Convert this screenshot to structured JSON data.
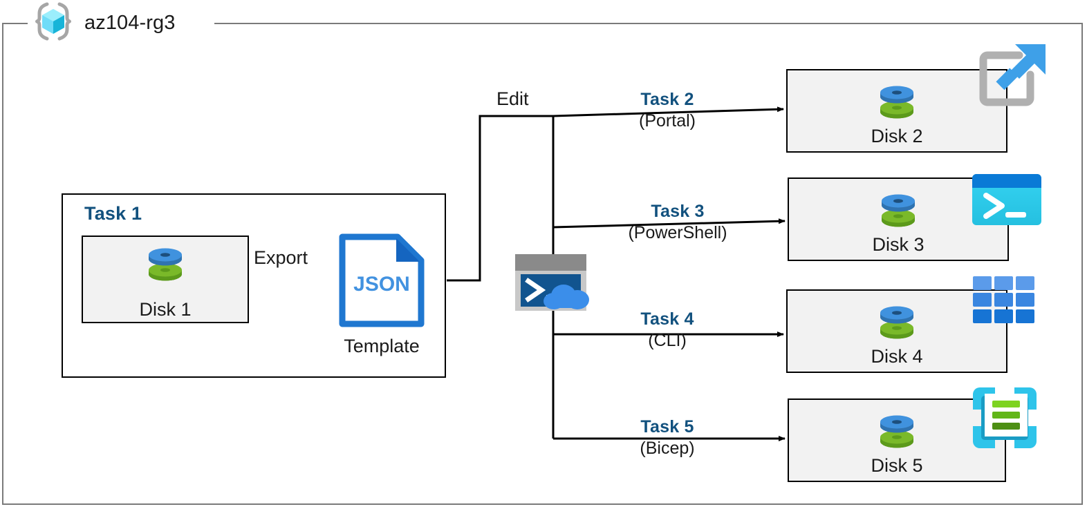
{
  "resource_group": {
    "name": "az104-rg3",
    "icon": "azure-resource-group-icon"
  },
  "task1": {
    "title": "Task 1",
    "disk": {
      "label": "Disk 1",
      "icon": "managed-disk-icon"
    },
    "export_label": "Export",
    "template": {
      "file_type": "JSON",
      "caption": "Template",
      "icon": "json-file-icon"
    }
  },
  "edit": {
    "label": "Edit",
    "cloud_shell_icon": "cloud-shell-icon"
  },
  "tasks": [
    {
      "title": "Task 2",
      "tool": "(Portal)",
      "disk": "Disk 2",
      "disk_icon": "managed-disk-icon",
      "tool_icon": "azure-portal-icon"
    },
    {
      "title": "Task 3",
      "tool": "(PowerShell)",
      "disk": "Disk 3",
      "disk_icon": "managed-disk-icon",
      "tool_icon": "powershell-icon"
    },
    {
      "title": "Task 4",
      "tool": "(CLI)",
      "disk": "Disk 4",
      "disk_icon": "managed-disk-icon",
      "tool_icon": "azure-cli-icon"
    },
    {
      "title": "Task 5",
      "tool": "(Bicep)",
      "disk": "Disk 5",
      "disk_icon": "managed-disk-icon",
      "tool_icon": "bicep-icon"
    }
  ],
  "colors": {
    "task_title": "#12517e",
    "frame_border": "#7a7a7a",
    "box_border": "#000000",
    "box_fill": "#f2f2f2",
    "disk_blue": "#3f8fd8",
    "disk_green": "#7ab929",
    "json_blue": "#1f77d0",
    "cube_cyan": "#32c5f4",
    "wire": "#000000"
  }
}
